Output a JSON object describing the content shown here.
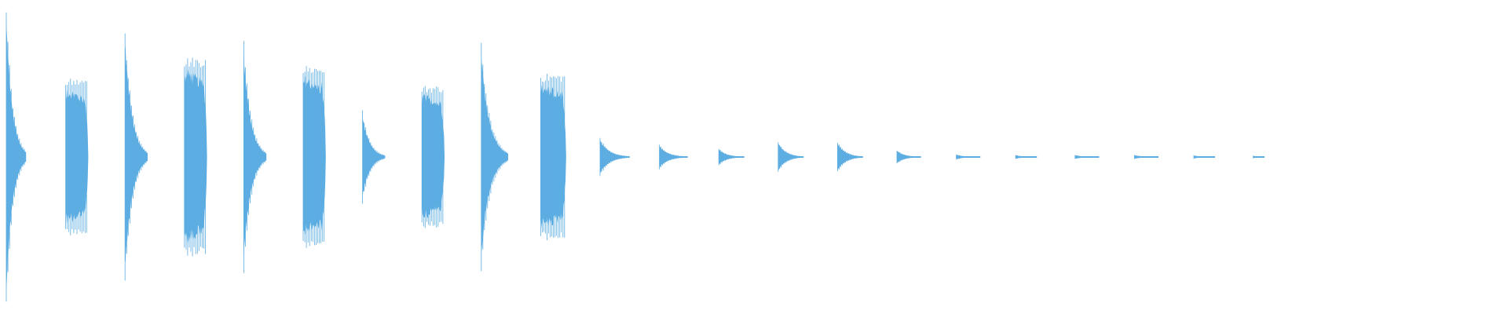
{
  "waveform": {
    "color": "#5dade2",
    "background": "#ffffff",
    "baseline": "center",
    "bursts": [
      {
        "shape": "decay",
        "amp": 0.9,
        "dur": 0.028
      },
      {
        "shape": "sustain",
        "amp": 0.47,
        "dur": 0.032
      },
      {
        "shape": "decay",
        "amp": 0.77,
        "dur": 0.032
      },
      {
        "shape": "sustain",
        "amp": 0.6,
        "dur": 0.032
      },
      {
        "shape": "decay",
        "amp": 0.68,
        "dur": 0.032
      },
      {
        "shape": "sustain",
        "amp": 0.55,
        "dur": 0.032
      },
      {
        "shape": "decay",
        "amp": 0.27,
        "dur": 0.032
      },
      {
        "shape": "sustain",
        "amp": 0.43,
        "dur": 0.032
      },
      {
        "shape": "decay",
        "amp": 0.66,
        "dur": 0.038
      },
      {
        "shape": "sustain",
        "amp": 0.5,
        "dur": 0.036
      },
      {
        "shape": "decay",
        "amp": 0.11,
        "dur": 0.042
      },
      {
        "shape": "decay",
        "amp": 0.07,
        "dur": 0.04
      },
      {
        "shape": "decay",
        "amp": 0.05,
        "dur": 0.036
      },
      {
        "shape": "decay",
        "amp": 0.09,
        "dur": 0.036
      },
      {
        "shape": "decay",
        "amp": 0.09,
        "dur": 0.036
      },
      {
        "shape": "decay",
        "amp": 0.04,
        "dur": 0.034
      },
      {
        "shape": "decay",
        "amp": 0.015,
        "dur": 0.034
      },
      {
        "shape": "decay",
        "amp": 0.012,
        "dur": 0.03
      },
      {
        "shape": "decay",
        "amp": 0.012,
        "dur": 0.034
      },
      {
        "shape": "decay",
        "amp": 0.012,
        "dur": 0.034
      },
      {
        "shape": "decay",
        "amp": 0.01,
        "dur": 0.03
      },
      {
        "shape": "decay",
        "amp": 0.008,
        "dur": 0.016
      }
    ]
  }
}
